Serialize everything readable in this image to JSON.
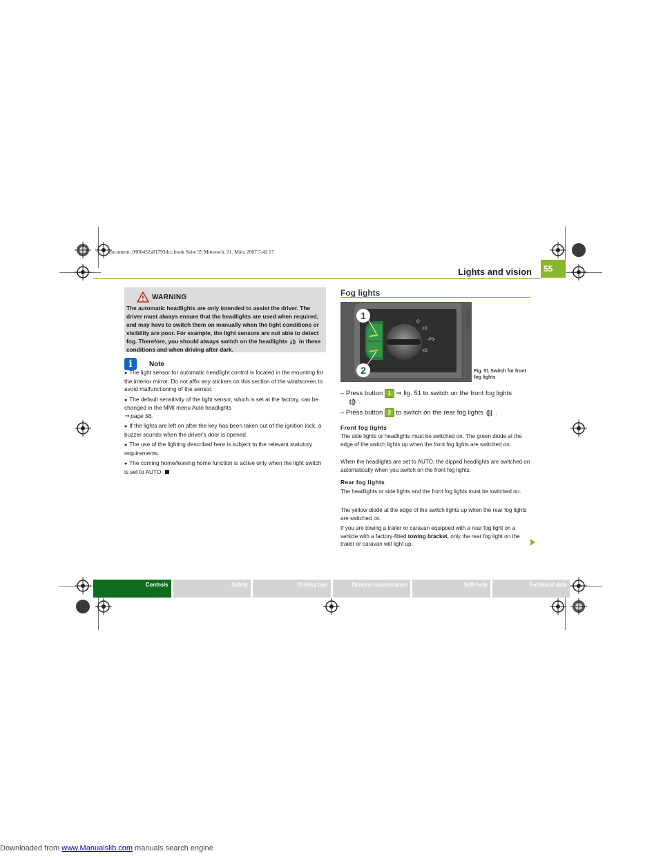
{
  "banner": {
    "prefix": "Downloaded from ",
    "link": "www.Manualslib.com",
    "suffix": " manuals search engine"
  },
  "imprint": "document_0900452a81793dcc.book  Seite 55  Mittwoch, 21. März 2007  5:42 17",
  "header": {
    "section": "Lights and vision",
    "page_number": "55"
  },
  "warning": {
    "title": "WARNING",
    "text_a": "The automatic headlights are only intended to assist the driver. The driver must always ensure that the headlights are used when required, and may have to switch them on manually when the light conditions or visibility are poor. For example, the light sensors are not able to detect fog. Therefore, you should always switch on the headlights",
    "text_b": " in these conditions and when driving after dark."
  },
  "note": {
    "title": "Note",
    "item1": "The light sensor for automatic headlight control is located in the mounting for the interior mirror. Do not affix any stickers on this section of the windscreen to avoid malfunctioning of the sensor.",
    "item2a": "The default sensitivity of the light sensor, which is set at the factory, can be changed in the MMI menu Auto headlights",
    "item2b": "⇒ page 56.",
    "item3": "If the lights are left on after the key has been taken out of the ignition lock, a buzzer sounds when the driver's door is opened.",
    "item4": "The use of the lighting described here is subject to the relevant statutory requirements.",
    "item5": "The coming home/leaving home function is active only when the light switch is set to AUTO."
  },
  "fog": {
    "title": "Fog lights",
    "figure_code": "B8K-0326",
    "caption": "Fig. 51  Switch for front fog lights",
    "callout1": "1",
    "callout2": "2",
    "step1_a": "– Press button",
    "step1_b": "⇒ fig. 51 to switch on the front fog lights",
    "step2_a": "– Press button",
    "step2_b": "to switch on the rear fog lights",
    "front_head": "Front fog lights",
    "front_p1": "The side lights or headlights must be switched on. The green diode at the edge of the switch lights up when the front fog lights are switched on.",
    "front_p2": "When the headlights are set to AUTO, the dipped headlights are switched on automatically when you switch on the front fog lights.",
    "rear_head": "Rear fog lights",
    "rear_p1": "The headlights or side lights and the front fog lights must be switched on.",
    "rear_p2": "The yellow diode at the edge of the switch lights up when the rear fog lights are switched on.",
    "rear_p3a": "If you are towing a trailer or caravan equipped with a rear fog light on a vehicle with a factory-fitted ",
    "rear_p3b": "towing bracket",
    "rear_p3c": ", only the rear fog light on the trailer or caravan will light up."
  },
  "footer_tabs": [
    "Controls",
    "Safety",
    "Driving tips",
    "General maintenance",
    "Self-help",
    "Technical data"
  ],
  "colors": {
    "accent": "#8ab82b",
    "active_tab": "#0d6d1c",
    "inactive_tab": "#d4d4d4",
    "note_icon": "#1565c0"
  }
}
